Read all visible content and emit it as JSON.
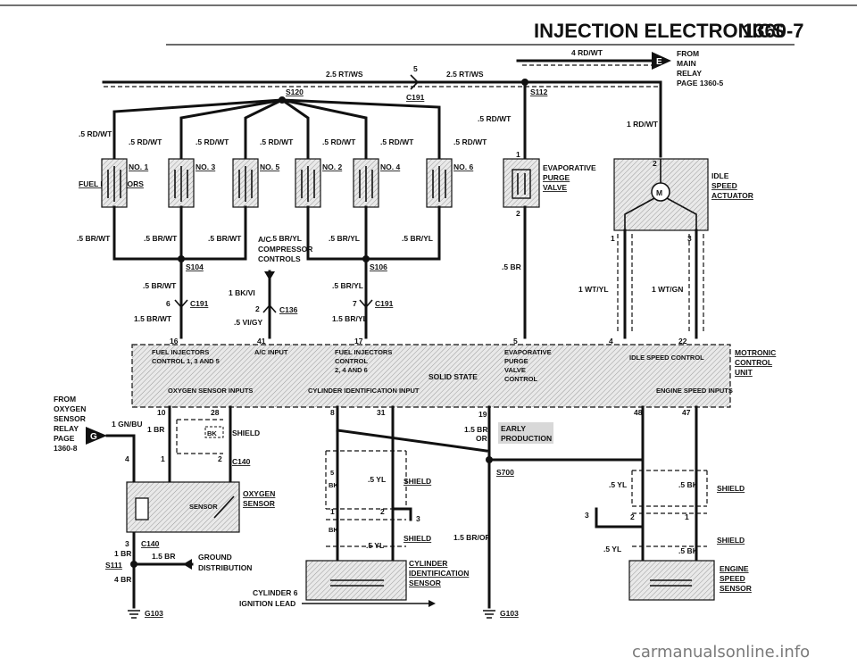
{
  "header": {
    "title": "INJECTION ELECTRONICS",
    "page_number": "1360-7"
  },
  "watermark": "carmanualsonline.info",
  "injectors": {
    "group_label": "FUEL INJECTORS",
    "items": [
      {
        "label": "NO. 1",
        "top_wire": ".5 RD/WT",
        "bottom_wire": ".5 BR/WT"
      },
      {
        "label": "NO. 3",
        "top_wire": ".5 RD/WT",
        "bottom_wire": ".5 BR/WT"
      },
      {
        "label": "NO. 5",
        "top_wire": ".5 RD/WT",
        "bottom_wire": ".5 BR/WT"
      },
      {
        "label": "NO. 2",
        "top_wire": ".5 RD/WT",
        "bottom_wire": ".5 BR/YL"
      },
      {
        "label": "NO. 4",
        "top_wire": ".5 RD/WT",
        "bottom_wire": ".5 BR/YL"
      },
      {
        "label": "NO. 6",
        "top_wire": ".5 RD/WT",
        "bottom_wire": ".5 BR/YL"
      }
    ],
    "extra_top_wire": ".5 RD/WT"
  },
  "top_feed": {
    "left_wire": "2.5 RT/WS",
    "right_wire": "2.5 RT/WS",
    "pin": "5",
    "connector_c191": "C191",
    "splice_s120": "S120",
    "splice_s112": "S112",
    "main_wire": "4 RD/WT",
    "bullet": "E",
    "from_label": [
      "FROM",
      "MAIN",
      "RELAY",
      "PAGE 1360-5"
    ],
    "evap_wire": ".5 RD/WT",
    "idle_wire": "1 RD/WT"
  },
  "evap_valve": {
    "label": [
      "EVAPORATIVE",
      "PURGE",
      "VALVE"
    ],
    "pin1": "1",
    "pin2": "2",
    "out_wire": ".5 BR",
    "ecu_pin": "5"
  },
  "idle_actuator": {
    "label": [
      "IDLE",
      "SPEED",
      "ACTUATOR"
    ],
    "pin1": "1",
    "pin2": "2",
    "pin3": "3",
    "wire_a": "1 WT/YL",
    "wire_b": "1 WT/GN",
    "ecu_pin_a": "4",
    "ecu_pin_b": "22",
    "motor": "M"
  },
  "lower_left": {
    "splice_s104": "S104",
    "wire_a": ".5 BR/WT",
    "pin_6": "6",
    "connector": "C191",
    "wire_b": "1.5 BR/WT",
    "ecu_pin": "16",
    "ac_label": [
      "A/C",
      "COMPRESSOR",
      "CONTROLS"
    ],
    "ac_wire": "1 BK/VI",
    "c136_pin": "2",
    "c136": "C136",
    "ac_wire2": ".5 VI/GY",
    "ac_ecu_pin": "41",
    "splice_s106": "S106",
    "wire_c": ".5 BR/YL",
    "pin_7": "7",
    "connector2": "C191",
    "wire_d": "1.5 BR/YL",
    "ecu_pin2": "17"
  },
  "ecu": {
    "label": [
      "MOTRONIC",
      "CONTROL",
      "UNIT"
    ],
    "center": "SOLID STATE",
    "sections": {
      "fuel_135": [
        "FUEL INJECTORS",
        "CONTROL 1, 3 AND 5"
      ],
      "ac_input": "A/C INPUT",
      "fuel_246": [
        "FUEL INJECTORS",
        "CONTROL",
        "2, 4 AND 6"
      ],
      "evap": [
        "EVAPORATIVE",
        "PURGE",
        "VALVE",
        "CONTROL"
      ],
      "idle": "IDLE SPEED CONTROL",
      "o2": "OXYGEN SENSOR INPUTS",
      "cyl": "CYLINDER IDENTIFICATION INPUT",
      "engine": "ENGINE SPEED INPUTS"
    },
    "pins": {
      "p10": "10",
      "p28": "28",
      "p8": "8",
      "p31": "31",
      "p19": "19",
      "p48": "48",
      "p47": "47"
    }
  },
  "o2_sensor": {
    "from_label": [
      "FROM",
      "OXYGEN",
      "SENSOR",
      "RELAY",
      "PAGE",
      "1360-8"
    ],
    "bullet": "G",
    "feed_wire": "1 GN/BU",
    "wire_br": "1 BR",
    "bk": "BK",
    "shield": "SHIELD",
    "pin4": "4",
    "pin1": "1",
    "pin2": "2",
    "c140": "C140",
    "pin3": "3",
    "label": [
      "OXYGEN",
      "SENSOR"
    ],
    "inner": "SENSOR"
  },
  "ground": {
    "wire_1br": "1 BR",
    "s111": "S111",
    "wire_15br": "1.5 BR",
    "wire_4br": "4 BR",
    "label": [
      "GROUND",
      "DISTRIBUTION"
    ],
    "g103": "G103"
  },
  "cyl_sensor": {
    "yl": ".5 YL",
    "bk_marker": "BK",
    "pin5": "5",
    "shield": "SHIELD",
    "pin1": "1",
    "pin2": "2",
    "pin3": "3",
    "label": [
      "CYLINDER",
      "IDENTIFICATION",
      "SENSOR"
    ],
    "lead": [
      "CYLINDER 6",
      "IGNITION LEAD"
    ]
  },
  "early": {
    "wire": [
      "1.5 BR/",
      "OR"
    ],
    "badge": [
      "EARLY",
      "PRODUCTION"
    ],
    "s700": "S700",
    "wire2": "1.5 BR/OR",
    "g103": "G103"
  },
  "speed_sensor": {
    "yl": ".5 YL",
    "bk": ".5 BK",
    "shield": "SHIELD",
    "pin1": "1",
    "pin2": "2",
    "pin3": "3",
    "label": [
      "ENGINE",
      "SPEED",
      "SENSOR"
    ]
  }
}
